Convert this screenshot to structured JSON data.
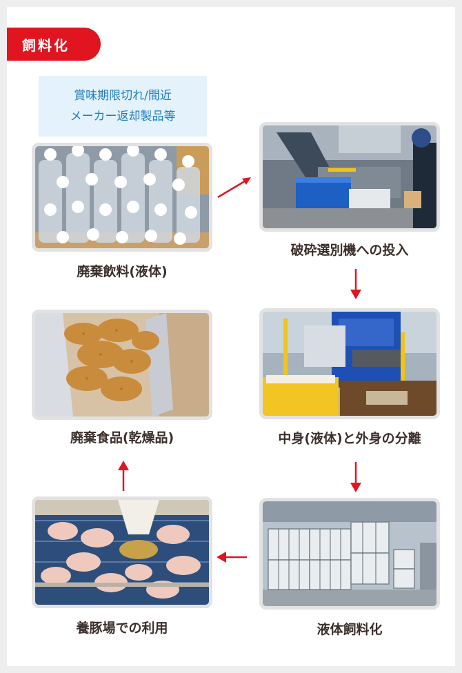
{
  "badge": {
    "label": "飼料化"
  },
  "note": {
    "line1": "賞味期限切れ/間近",
    "line2": "メーカー返却製品等"
  },
  "steps": [
    {
      "label": "廃棄飲料(液体)",
      "icon": "plastic-bottles-photo"
    },
    {
      "label": "破砕選別機への投入",
      "icon": "sorting-machine-photo"
    },
    {
      "label": "中身(液体)と外身の分離",
      "icon": "separation-plant-photo"
    },
    {
      "label": "液体飼料化",
      "icon": "liquid-tanks-photo"
    },
    {
      "label": "養豚場での利用",
      "icon": "pig-farm-photo"
    },
    {
      "label": "廃棄食品(乾燥品)",
      "icon": "crackers-photo"
    }
  ],
  "colors": {
    "accent": "#e0151f",
    "note_bg": "#e3f2fb",
    "note_text": "#1f7cbf",
    "caption": "#3b2f2b"
  }
}
